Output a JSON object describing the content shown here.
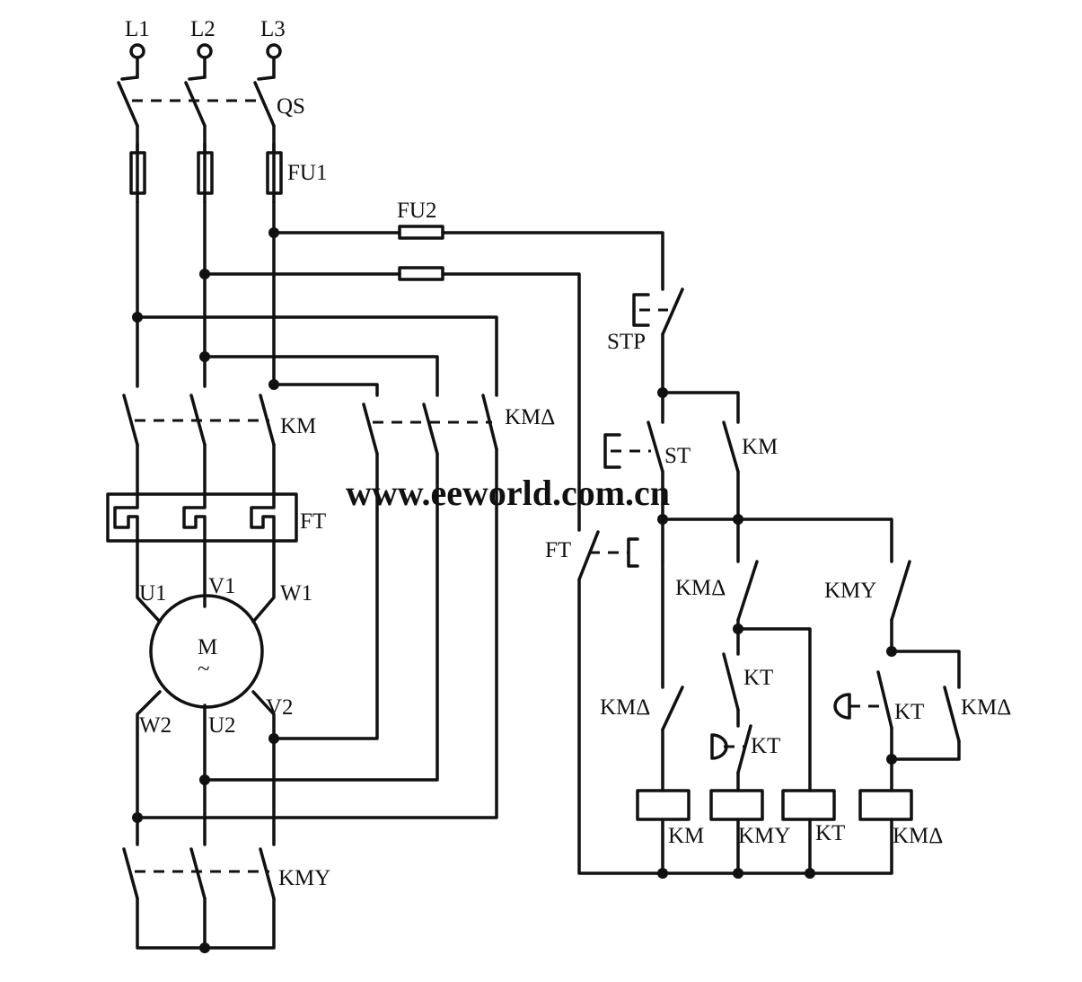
{
  "watermark": "www.eeworld.com.cn",
  "labels": {
    "L1": "L1",
    "L2": "L2",
    "L3": "L3",
    "QS": "QS",
    "FU1": "FU1",
    "FU2": "FU2",
    "STP": "STP",
    "ST": "ST",
    "KM_main": "KM",
    "KM_delta_main": "KMΔ",
    "KM_aux": "KM",
    "FT_relay": "FT",
    "FT_contact": "FT",
    "U1": "U1",
    "V1": "V1",
    "W1": "W1",
    "W2": "W2",
    "U2": "U2",
    "V2": "V2",
    "motor_M": "M",
    "motor_tilde": "~",
    "KMY_main": "KMY",
    "KM_delta_nc1": "KMΔ",
    "KMY_nc": "KMY",
    "KT_contact": "KT",
    "KT_timed": "KT",
    "KT_timed2": "KT",
    "KM_delta_nc2": "KMΔ",
    "KM_delta_hold": "KMΔ",
    "coil_KM": "KM",
    "coil_KMY": "KMY",
    "coil_KT": "KT",
    "coil_KMdelta": "KMΔ"
  }
}
